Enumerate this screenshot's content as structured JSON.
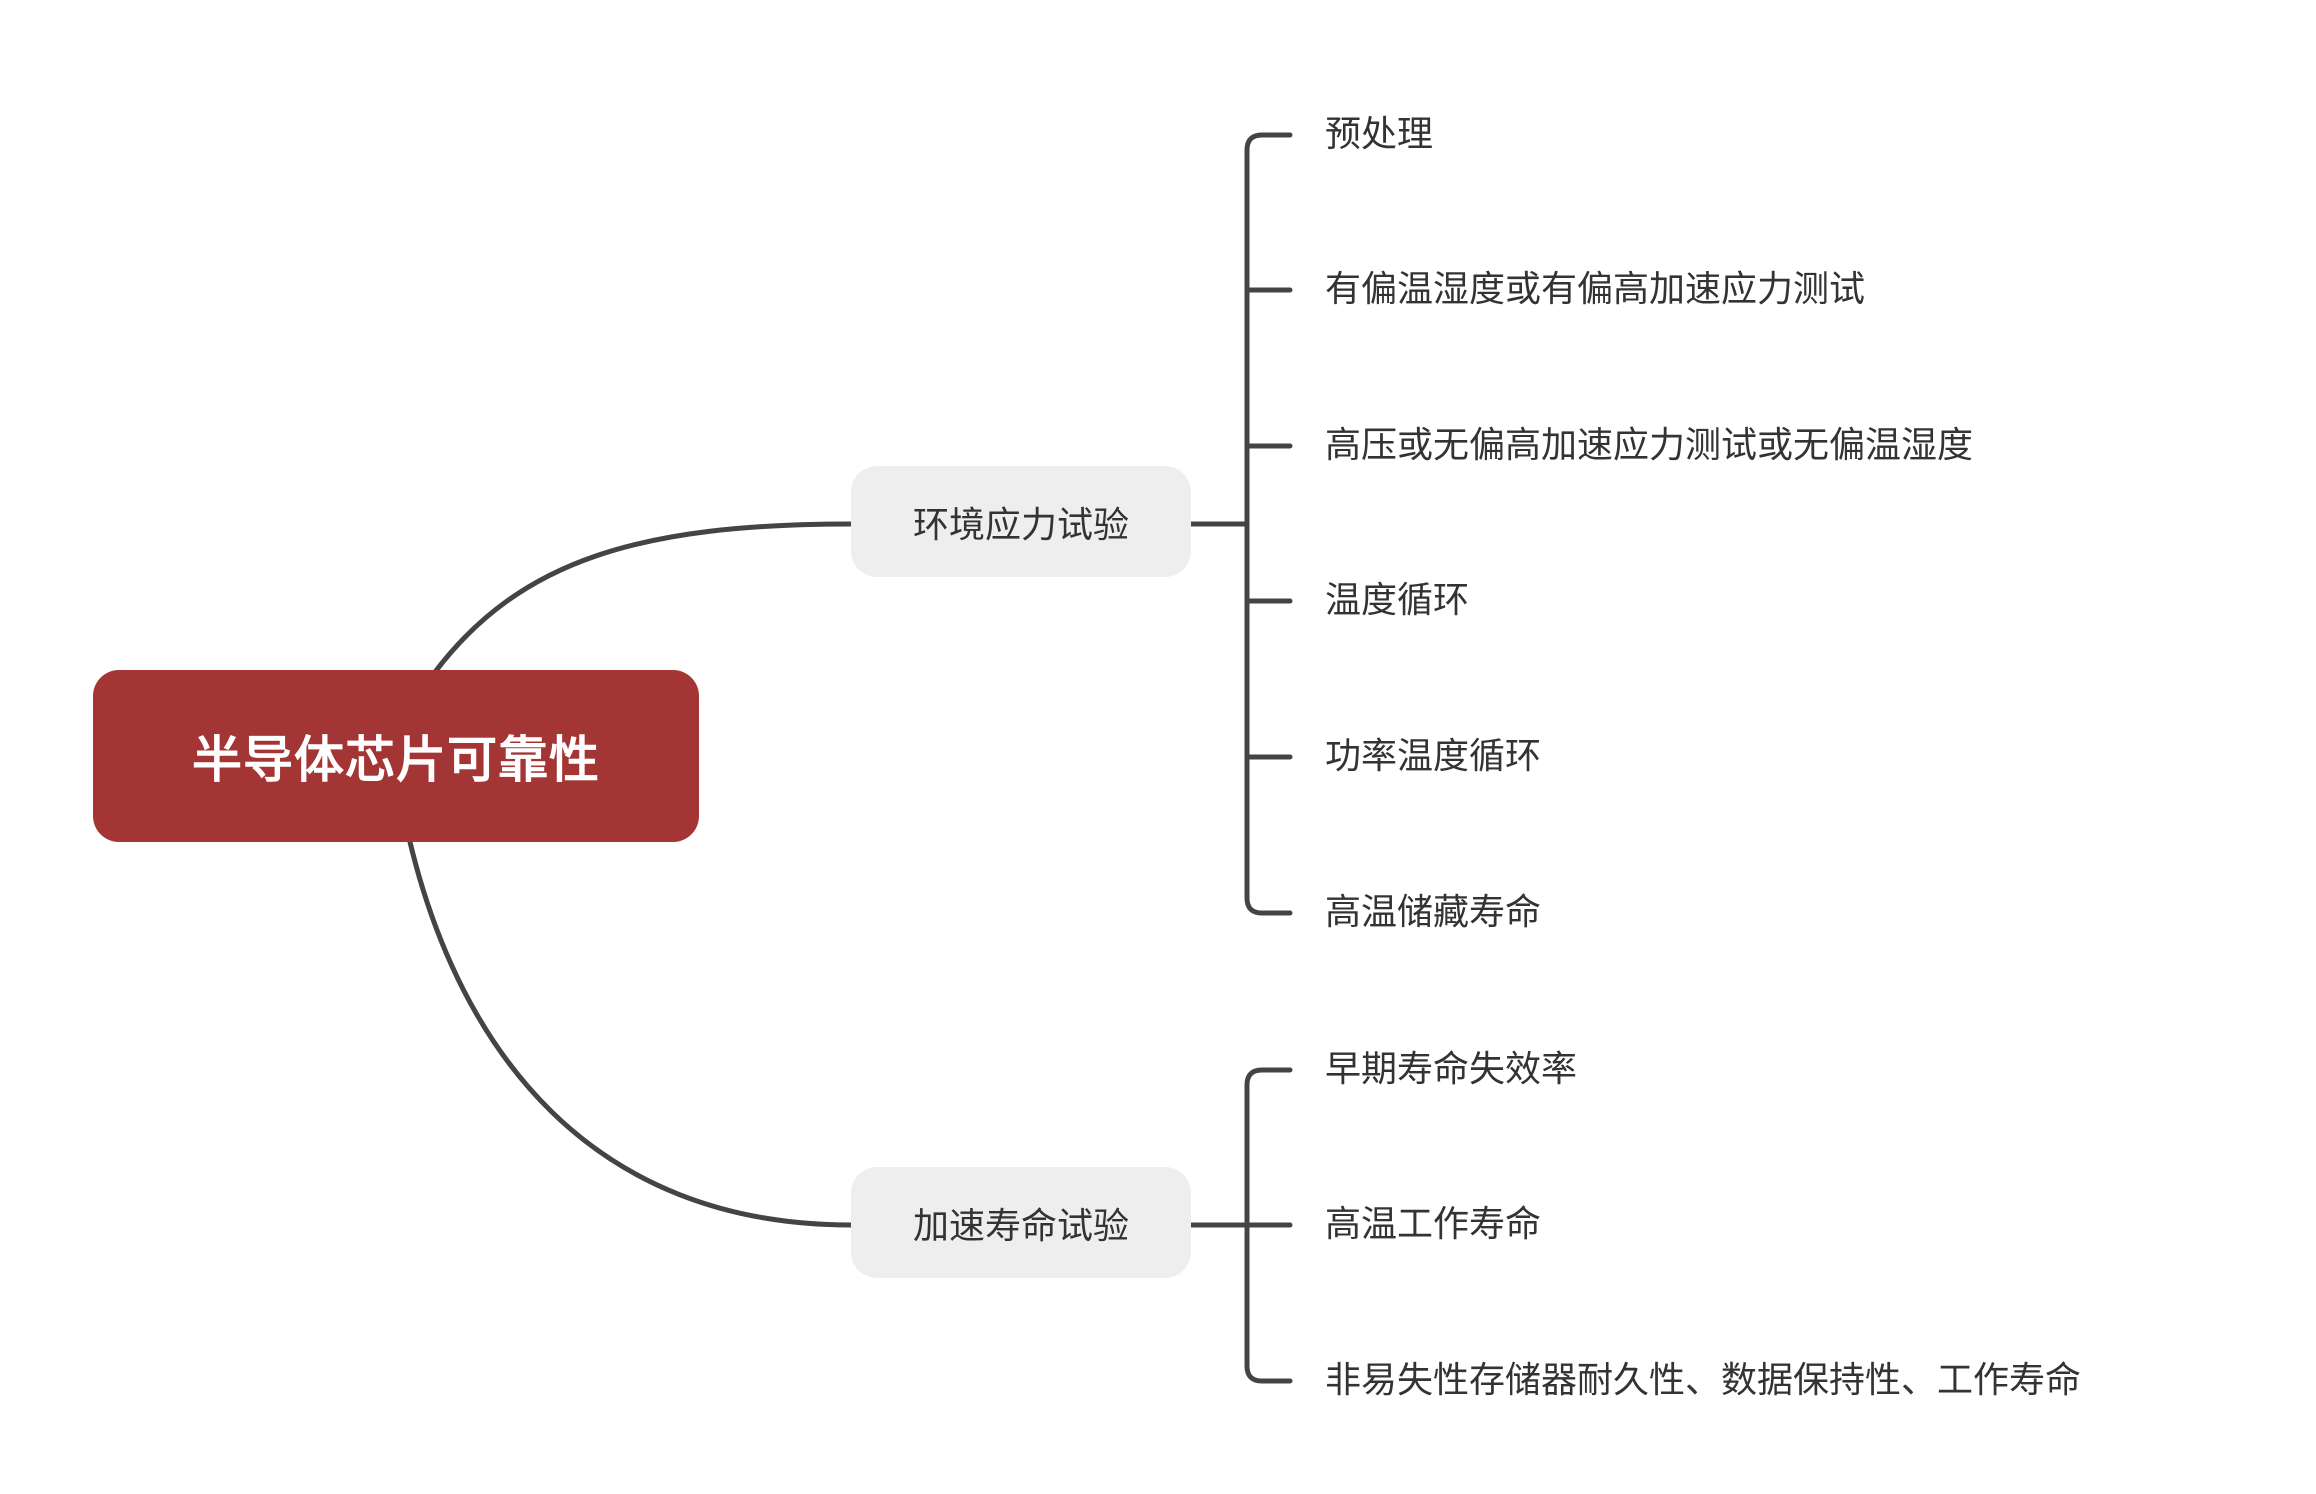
{
  "root": {
    "label": "半导体芯片可靠性",
    "color": "#a33534"
  },
  "branches": [
    {
      "label": "环境应力试验",
      "children": [
        "预处理",
        "有偏温湿度或有偏高加速应力测试",
        "高压或无偏高加速应力测试或无偏温湿度",
        "温度循环",
        "功率温度循环",
        "高温储藏寿命"
      ]
    },
    {
      "label": "加速寿命试验",
      "children": [
        "早期寿命失效率",
        "高温工作寿命",
        "非易失性存储器耐久性、数据保持性、工作寿命"
      ]
    }
  ],
  "line_color": "#444444"
}
